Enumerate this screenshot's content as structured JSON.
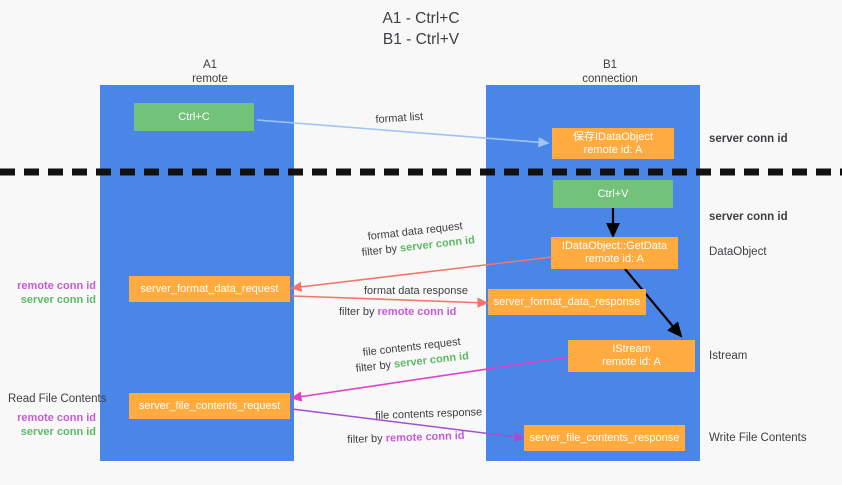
{
  "title": {
    "line1": "A1 - Ctrl+C",
    "line2": "B1 - Ctrl+V"
  },
  "colors": {
    "lane": "#4a86e8",
    "green_box": "#72c279",
    "orange_box": "#ffab40",
    "server_conn_id": "#5fb869",
    "remote_conn_id": "#c85ad8",
    "arrow_blue": "#9fc5f8",
    "arrow_red": "#f4756a",
    "arrow_magenta": "#e040c8",
    "arrow_purple": "#a34fd0",
    "arrow_black": "#000000",
    "background": "#f8f8f8"
  },
  "columns": [
    {
      "name": "A1",
      "sub": "remote"
    },
    {
      "name": "B1",
      "sub": "connection"
    }
  ],
  "boxes": {
    "ctrl_c": {
      "label": "Ctrl+C"
    },
    "ctrl_v": {
      "label": "Ctrl+V"
    },
    "save_idataobject": {
      "line1": "保存IDataObject",
      "line2": "remote id: A"
    },
    "getdata": {
      "line1": "IDataObject::GetData",
      "line2": "remote id: A"
    },
    "istream": {
      "line1": "IStream",
      "line2": "remote id: A"
    },
    "server_format_data_request": {
      "label": "server_format_data_request"
    },
    "server_format_data_response": {
      "label": "server_format_data_response"
    },
    "server_file_contents_request": {
      "label": "server_file_contents_request"
    },
    "server_file_contents_response": {
      "label": "server_file_contents_response"
    }
  },
  "annotations": {
    "format_list": "format list",
    "format_data_request": "format data request",
    "format_data_response": "format data response",
    "file_contents_request": "file contents request",
    "file_contents_response": "file contents response",
    "filter_by": "filter by",
    "server_conn_id": "server conn id",
    "remote_conn_id": "remote conn id"
  },
  "side_labels": {
    "server_conn_id_top": "server conn id",
    "server_conn_id_mid": "server conn id",
    "dataobject": "DataObject",
    "istream": "Istream",
    "write_file_contents": "Write File Contents",
    "read_file_contents": "Read File Contents",
    "remote_conn_id": "remote conn id",
    "server_conn_id": "server conn id"
  }
}
